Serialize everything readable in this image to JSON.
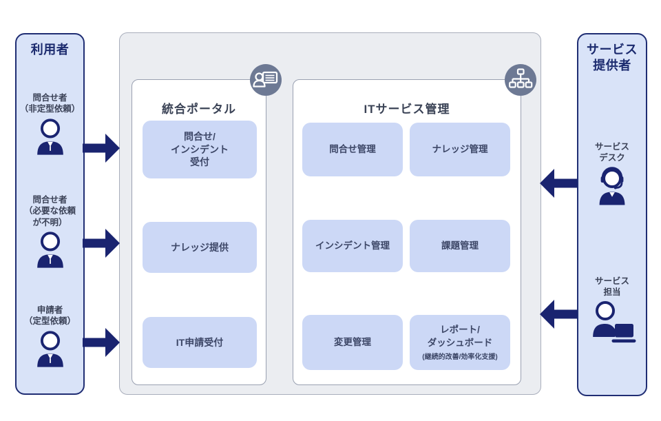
{
  "colors": {
    "navy": "#1a2470",
    "panel_fill": "#d9e3f8",
    "panel_border": "#1f2d73",
    "container_fill": "#ebedf1",
    "item_fill": "#ccd8f6",
    "badge_circle": "#6d7994"
  },
  "users_panel": {
    "title": "利用者",
    "actors": [
      {
        "label": "問合せ者\n（非定型依頼）",
        "icon": "user-icon"
      },
      {
        "label": "問合せ者\n（必要な依頼\nが不明）",
        "icon": "user-icon"
      },
      {
        "label": "申請者\n（定型依頼）",
        "icon": "user-icon"
      }
    ]
  },
  "portal": {
    "title": "統合ポータル",
    "badge_icon": "person-card-icon",
    "items": [
      {
        "label": "問合せ/\nインシデント\n受付"
      },
      {
        "label": "ナレッジ提供"
      },
      {
        "label": "IT申請受付"
      }
    ]
  },
  "itsm": {
    "title": "ITサービス管理",
    "badge_icon": "sitemap-icon",
    "items": [
      {
        "label": "問合せ管理"
      },
      {
        "label": "ナレッジ管理"
      },
      {
        "label": "インシデント管理"
      },
      {
        "label": "課題管理"
      },
      {
        "label": "変更管理"
      },
      {
        "label": "レポート/\nダッシュボード",
        "sublabel": "(継続的改善/効率化支援)"
      }
    ]
  },
  "providers_panel": {
    "title": "サービス\n提供者",
    "actors": [
      {
        "label": "サービス\nデスク",
        "icon": "headset-user-icon"
      },
      {
        "label": "サービス\n担当",
        "icon": "laptop-user-icon"
      }
    ]
  }
}
